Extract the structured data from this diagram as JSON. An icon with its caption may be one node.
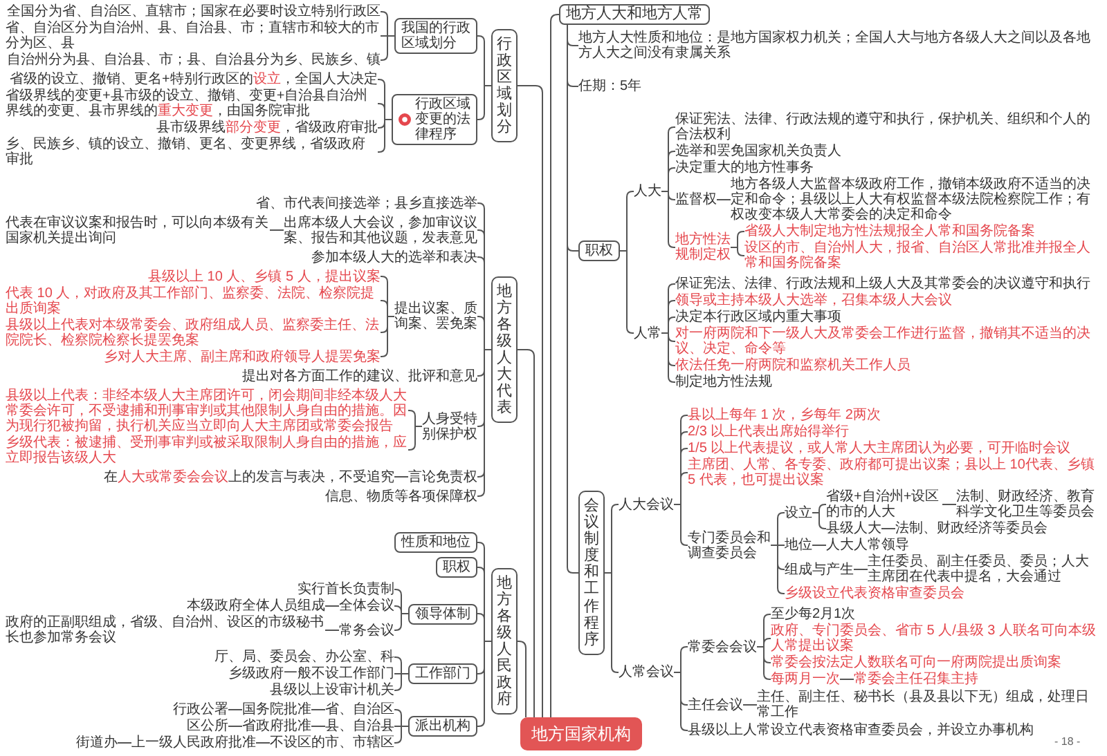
{
  "diagram": {
    "nodes": [
      {
        "text": [
          "地方国家机构"
        ]
      },
      {
        "text": [
          "行政区域划分"
        ]
      },
      {
        "text": [
          "我国的行政区域划分"
        ]
      },
      {
        "text": [
          "全国分为省、自治区、直辖市；国家在必要时设立特别行政区"
        ]
      },
      {
        "text": [
          "省、自治区分为自治州、县、自治县、市；直辖市和较大的市分为区、县"
        ]
      },
      {
        "text": [
          "自治州分为县、自治县、市；县、自治县分为乡、民族乡、镇"
        ]
      },
      {
        "text": [
          "行政区域变更的法律程序"
        ]
      },
      {
        "text": [
          "省级的设立、撤销、更名+特别行政区的设立，全国人大决定"
        ]
      },
      {
        "text": [
          "省级界线的变更+县市级的设立、撤销、变更+自治县自治州界线的变更、县市界线的重大变更，由国务院审批"
        ]
      },
      {
        "text": [
          "县市级界线部分变更，省级政府审批"
        ]
      },
      {
        "text": [
          "乡、民族乡、镇的设立、撤销、更名、变更界线，省级政府审批"
        ]
      },
      {
        "text": [
          "地方各级人大代表"
        ]
      },
      {
        "text": [
          "省、市代表间接选举；县乡直接选举"
        ]
      },
      {
        "text": [
          "出席本级人大会议，参加审议议案、报告和其他议题，发表意见"
        ]
      },
      {
        "text": [
          "代表在审议议案和报告时，可以向本级有关国家机关提出询问"
        ]
      },
      {
        "text": [
          "参加本级人大的选举和表决"
        ]
      },
      {
        "text": [
          "提出议案、质询案、罢免案"
        ]
      },
      {
        "text": [
          "县级以上 10 人、乡镇 5 人，提出议案"
        ]
      },
      {
        "text": [
          "代表 10 人，对政府及其工作部门、监察委、法院、检察院提出质询案"
        ]
      },
      {
        "text": [
          "县级以上代表对本级常委会、政府组成人员、监察委主任、法院院长、检察院检察长提罢免案"
        ]
      },
      {
        "text": [
          "乡对人大主席、副主席和政府领导人提罢免案"
        ]
      },
      {
        "text": [
          "提出对各方面工作的建议、批评和意见"
        ]
      },
      {
        "text": [
          "人身受特别保护权"
        ]
      },
      {
        "text": [
          "县级以上代表：非经本级人大主席团许可，闭会期间非经本级人大常委会许可，不受逮捕和刑事审判或其他限制人身自由的措施。因为现行犯被拘留，执行机关应当立即向人大主席团或常委会报告"
        ]
      },
      {
        "text": [
          "乡级代表：被逮捕、受刑事审判或被采取限制人身自由的措施，应立即报告该级人大"
        ]
      },
      {
        "text": [
          "言论免责权"
        ]
      },
      {
        "text": [
          "在人大或常委会会议上的发言与表决，不受追究"
        ]
      },
      {
        "text": [
          "信息、物质等各项保障权"
        ]
      },
      {
        "text": [
          "地方各级人民政府"
        ]
      },
      {
        "text": [
          "性质和地位"
        ]
      },
      {
        "text": [
          "职权"
        ]
      },
      {
        "text": [
          "领导体制"
        ]
      },
      {
        "text": [
          "实行首长负责制"
        ]
      },
      {
        "text": [
          "全体会议"
        ]
      },
      {
        "text": [
          "本级政府全体人员组成"
        ]
      },
      {
        "text": [
          "常务会议"
        ]
      },
      {
        "text": [
          "政府的正副职组成，省级、自治州、设区的市级秘书长也参加常务会议"
        ]
      },
      {
        "text": [
          "工作部门"
        ]
      },
      {
        "text": [
          "厅、局、委员会、办公室、科"
        ]
      },
      {
        "text": [
          "乡级政府一般不设工作部门"
        ]
      },
      {
        "text": [
          "县级以上设审计机关"
        ]
      },
      {
        "text": [
          "派出机构"
        ]
      },
      {
        "text": [
          "省、自治区"
        ]
      },
      {
        "text": [
          "国务院批准"
        ]
      },
      {
        "text": [
          "行政公署"
        ]
      },
      {
        "text": [
          "县、自治县"
        ]
      },
      {
        "text": [
          "省政府批准"
        ]
      },
      {
        "text": [
          "区公所"
        ]
      },
      {
        "text": [
          "不设区的市、市辖区"
        ]
      },
      {
        "text": [
          "上一级人民政府批准"
        ]
      },
      {
        "text": [
          "街道办"
        ]
      },
      {
        "text": [
          "地方人大和地方人常"
        ]
      },
      {
        "text": [
          "地方人大性质和地位：是地方国家权力机关；全国人大与地方各级人大之间以及各地方人大之间没有隶属关系"
        ]
      },
      {
        "text": [
          "任期：5年"
        ]
      },
      {
        "text": [
          "职权"
        ]
      },
      {
        "text": [
          "人大"
        ]
      },
      {
        "text": [
          "保证宪法、法律、行政法规的遵守和执行，保护机关、组织和个人的合法权利"
        ]
      },
      {
        "text": [
          "选举和罢免国家机关负责人"
        ]
      },
      {
        "text": [
          "决定重大的地方性事务"
        ]
      },
      {
        "text": [
          "监督权"
        ]
      },
      {
        "text": [
          "地方各级人大监督本级政府工作，撤销本级政府不适当的决定和命令；县级以上人大有权监督本级法院检察院工作；有权改变本级人大常委会的决定和命令"
        ]
      },
      {
        "text": [
          "地方性法规制定权"
        ]
      },
      {
        "text": [
          "省级人大制定地方性法规报全人常和国务院备案"
        ]
      },
      {
        "text": [
          "设区的市、自治州人大，报省、自治区人常批准并报全人常和国务院备案"
        ]
      },
      {
        "text": [
          "人常"
        ]
      },
      {
        "text": [
          "保证宪法、法律、行政法规和上级人大及其常委会的决议遵守和执行"
        ]
      },
      {
        "text": [
          "领导或主持本级人大选举，召集本级人大会议"
        ]
      },
      {
        "text": [
          "决定本行政区域内重大事项"
        ]
      },
      {
        "text": [
          "对一府两院和下一级人大及常委会工作进行监督，撤销其不适当的决议、决定、命令等"
        ]
      },
      {
        "text": [
          "依法任免一府两院和监察机关工作人员"
        ]
      },
      {
        "text": [
          "制定地方性法规"
        ]
      },
      {
        "text": [
          "会议制度和工作程序"
        ]
      },
      {
        "text": [
          "人大会议"
        ]
      },
      {
        "text": [
          "县以上每年 1 次，乡每年 2两次"
        ]
      },
      {
        "text": [
          "2/3 以上代表出席始得举行"
        ]
      },
      {
        "text": [
          "1/5 以上代表提议，或人常人大主席团认为必要，可开临时会议"
        ]
      },
      {
        "text": [
          "主席团、人常、各专委、政府都可提出议案；县以上 10代表、乡镇 5 代表，也可提出议案"
        ]
      },
      {
        "text": [
          "专门委员会和调查委员会"
        ]
      },
      {
        "text": [
          "设立"
        ]
      },
      {
        "text": [
          "省级+自治州+设区的市的人大"
        ]
      },
      {
        "text": [
          "法制、财政经济、教育科学文化卫生等委员会"
        ]
      },
      {
        "text": [
          "县级人大"
        ]
      },
      {
        "text": [
          "法制、财政经济等委员会"
        ]
      },
      {
        "text": [
          "地位"
        ]
      },
      {
        "text": [
          "人大人常领导"
        ]
      },
      {
        "text": [
          "组成与产生"
        ]
      },
      {
        "text": [
          "主任委员、副主任委员、委员；人大主席团在代表中提名，大会通过"
        ]
      },
      {
        "text": [
          "乡级设立代表资格审查委员会"
        ]
      },
      {
        "text": [
          "人常会议"
        ]
      },
      {
        "text": [
          "常委会会议"
        ]
      },
      {
        "text": [
          "至少每2月1次"
        ]
      },
      {
        "text": [
          "政府、专门委员会、省市 5 人/县级 3 人联名可向本级人常提出议案"
        ]
      },
      {
        "text": [
          "常委会按法定人数联名可向一府两院提出质询案"
        ]
      },
      {
        "text": [
          "每两月一次"
        ]
      },
      {
        "text": [
          "常委会主任召集主持"
        ]
      },
      {
        "text": [
          "主任会议"
        ]
      },
      {
        "text": [
          "主任、副主任、秘书长（县及县以下无）组成，处理日常工作"
        ]
      },
      {
        "text": [
          "县级以上人常设立代表资格审查委员会，并设立办事机构"
        ]
      }
    ],
    "edges": [
      {
        "from": 0,
        "to": 1,
        "arrow": "none"
      },
      {
        "from": 0,
        "to": 11,
        "arrow": "none"
      },
      {
        "from": 0,
        "to": 28,
        "arrow": "none"
      },
      {
        "from": 0,
        "to": 51,
        "arrow": "none"
      },
      {
        "from": 1,
        "to": 2,
        "arrow": "none"
      },
      {
        "from": 1,
        "to": 6,
        "arrow": "none"
      },
      {
        "from": 2,
        "to": 3,
        "arrow": "none"
      },
      {
        "from": 2,
        "to": 4,
        "arrow": "none"
      },
      {
        "from": 2,
        "to": 5,
        "arrow": "none"
      },
      {
        "from": 6,
        "to": 7,
        "arrow": "none"
      },
      {
        "from": 6,
        "to": 8,
        "arrow": "none"
      },
      {
        "from": 6,
        "to": 9,
        "arrow": "none"
      },
      {
        "from": 6,
        "to": 10,
        "arrow": "none"
      },
      {
        "from": 11,
        "to": 12,
        "arrow": "none"
      },
      {
        "from": 11,
        "to": 13,
        "arrow": "none"
      },
      {
        "from": 11,
        "to": 15,
        "arrow": "none"
      },
      {
        "from": 11,
        "to": 16,
        "arrow": "none"
      },
      {
        "from": 11,
        "to": 21,
        "arrow": "none"
      },
      {
        "from": 11,
        "to": 22,
        "arrow": "none"
      },
      {
        "from": 11,
        "to": 25,
        "arrow": "none"
      },
      {
        "from": 11,
        "to": 27,
        "arrow": "none"
      },
      {
        "from": 13,
        "to": 14,
        "arrow": "none"
      },
      {
        "from": 16,
        "to": 17,
        "arrow": "none"
      },
      {
        "from": 16,
        "to": 18,
        "arrow": "none"
      },
      {
        "from": 16,
        "to": 19,
        "arrow": "none"
      },
      {
        "from": 16,
        "to": 20,
        "arrow": "none"
      },
      {
        "from": 22,
        "to": 23,
        "arrow": "none"
      },
      {
        "from": 22,
        "to": 24,
        "arrow": "none"
      },
      {
        "from": 25,
        "to": 26,
        "arrow": "none"
      },
      {
        "from": 28,
        "to": 29,
        "arrow": "none"
      },
      {
        "from": 28,
        "to": 30,
        "arrow": "none"
      },
      {
        "from": 28,
        "to": 31,
        "arrow": "none"
      },
      {
        "from": 28,
        "to": 37,
        "arrow": "none"
      },
      {
        "from": 28,
        "to": 41,
        "arrow": "none"
      },
      {
        "from": 31,
        "to": 32,
        "arrow": "none"
      },
      {
        "from": 31,
        "to": 33,
        "arrow": "none"
      },
      {
        "from": 31,
        "to": 35,
        "arrow": "none"
      },
      {
        "from": 33,
        "to": 34,
        "arrow": "none"
      },
      {
        "from": 35,
        "to": 36,
        "arrow": "none"
      },
      {
        "from": 37,
        "to": 38,
        "arrow": "none"
      },
      {
        "from": 37,
        "to": 39,
        "arrow": "none"
      },
      {
        "from": 37,
        "to": 40,
        "arrow": "none"
      },
      {
        "from": 41,
        "to": 42,
        "arrow": "none"
      },
      {
        "from": 41,
        "to": 45,
        "arrow": "none"
      },
      {
        "from": 41,
        "to": 48,
        "arrow": "none"
      },
      {
        "from": 42,
        "to": 43,
        "arrow": "none"
      },
      {
        "from": 43,
        "to": 44,
        "arrow": "none"
      },
      {
        "from": 45,
        "to": 46,
        "arrow": "none"
      },
      {
        "from": 46,
        "to": 47,
        "arrow": "none"
      },
      {
        "from": 48,
        "to": 49,
        "arrow": "none"
      },
      {
        "from": 49,
        "to": 50,
        "arrow": "none"
      },
      {
        "from": 51,
        "to": 52,
        "arrow": "none"
      },
      {
        "from": 51,
        "to": 53,
        "arrow": "none"
      },
      {
        "from": 51,
        "to": 54,
        "arrow": "none"
      },
      {
        "from": 51,
        "to": 71,
        "arrow": "none"
      },
      {
        "from": 54,
        "to": 55,
        "arrow": "none"
      },
      {
        "from": 54,
        "to": 64,
        "arrow": "none"
      },
      {
        "from": 55,
        "to": 56,
        "arrow": "none"
      },
      {
        "from": 55,
        "to": 57,
        "arrow": "none"
      },
      {
        "from": 55,
        "to": 58,
        "arrow": "none"
      },
      {
        "from": 55,
        "to": 59,
        "arrow": "none"
      },
      {
        "from": 55,
        "to": 61,
        "arrow": "none"
      },
      {
        "from": 59,
        "to": 60,
        "arrow": "none"
      },
      {
        "from": 61,
        "to": 62,
        "arrow": "none"
      },
      {
        "from": 61,
        "to": 63,
        "arrow": "none"
      },
      {
        "from": 64,
        "to": 65,
        "arrow": "none"
      },
      {
        "from": 64,
        "to": 66,
        "arrow": "none"
      },
      {
        "from": 64,
        "to": 67,
        "arrow": "none"
      },
      {
        "from": 64,
        "to": 68,
        "arrow": "none"
      },
      {
        "from": 64,
        "to": 69,
        "arrow": "none"
      },
      {
        "from": 64,
        "to": 70,
        "arrow": "none"
      },
      {
        "from": 71,
        "to": 72,
        "arrow": "none"
      },
      {
        "from": 71,
        "to": 88,
        "arrow": "none"
      },
      {
        "from": 72,
        "to": 73,
        "arrow": "none"
      },
      {
        "from": 72,
        "to": 74,
        "arrow": "none"
      },
      {
        "from": 72,
        "to": 75,
        "arrow": "none"
      },
      {
        "from": 72,
        "to": 76,
        "arrow": "none"
      },
      {
        "from": 72,
        "to": 77,
        "arrow": "none"
      },
      {
        "from": 77,
        "to": 78,
        "arrow": "none"
      },
      {
        "from": 77,
        "to": 83,
        "arrow": "none"
      },
      {
        "from": 77,
        "to": 85,
        "arrow": "none"
      },
      {
        "from": 77,
        "to": 87,
        "arrow": "none"
      },
      {
        "from": 78,
        "to": 79,
        "arrow": "none"
      },
      {
        "from": 78,
        "to": 81,
        "arrow": "none"
      },
      {
        "from": 79,
        "to": 80,
        "arrow": "none"
      },
      {
        "from": 81,
        "to": 82,
        "arrow": "none"
      },
      {
        "from": 83,
        "to": 84,
        "arrow": "none"
      },
      {
        "from": 85,
        "to": 86,
        "arrow": "none"
      },
      {
        "from": 88,
        "to": 89,
        "arrow": "none"
      },
      {
        "from": 88,
        "to": 95,
        "arrow": "none"
      },
      {
        "from": 88,
        "to": 97,
        "arrow": "none"
      },
      {
        "from": 89,
        "to": 90,
        "arrow": "none"
      },
      {
        "from": 89,
        "to": 91,
        "arrow": "none"
      },
      {
        "from": 89,
        "to": 92,
        "arrow": "none"
      },
      {
        "from": 89,
        "to": 93,
        "arrow": "none"
      },
      {
        "from": 93,
        "to": 94,
        "arrow": "none"
      },
      {
        "from": 95,
        "to": 96,
        "arrow": "none"
      }
    ],
    "labels": [
      "- 18 -"
    ]
  }
}
